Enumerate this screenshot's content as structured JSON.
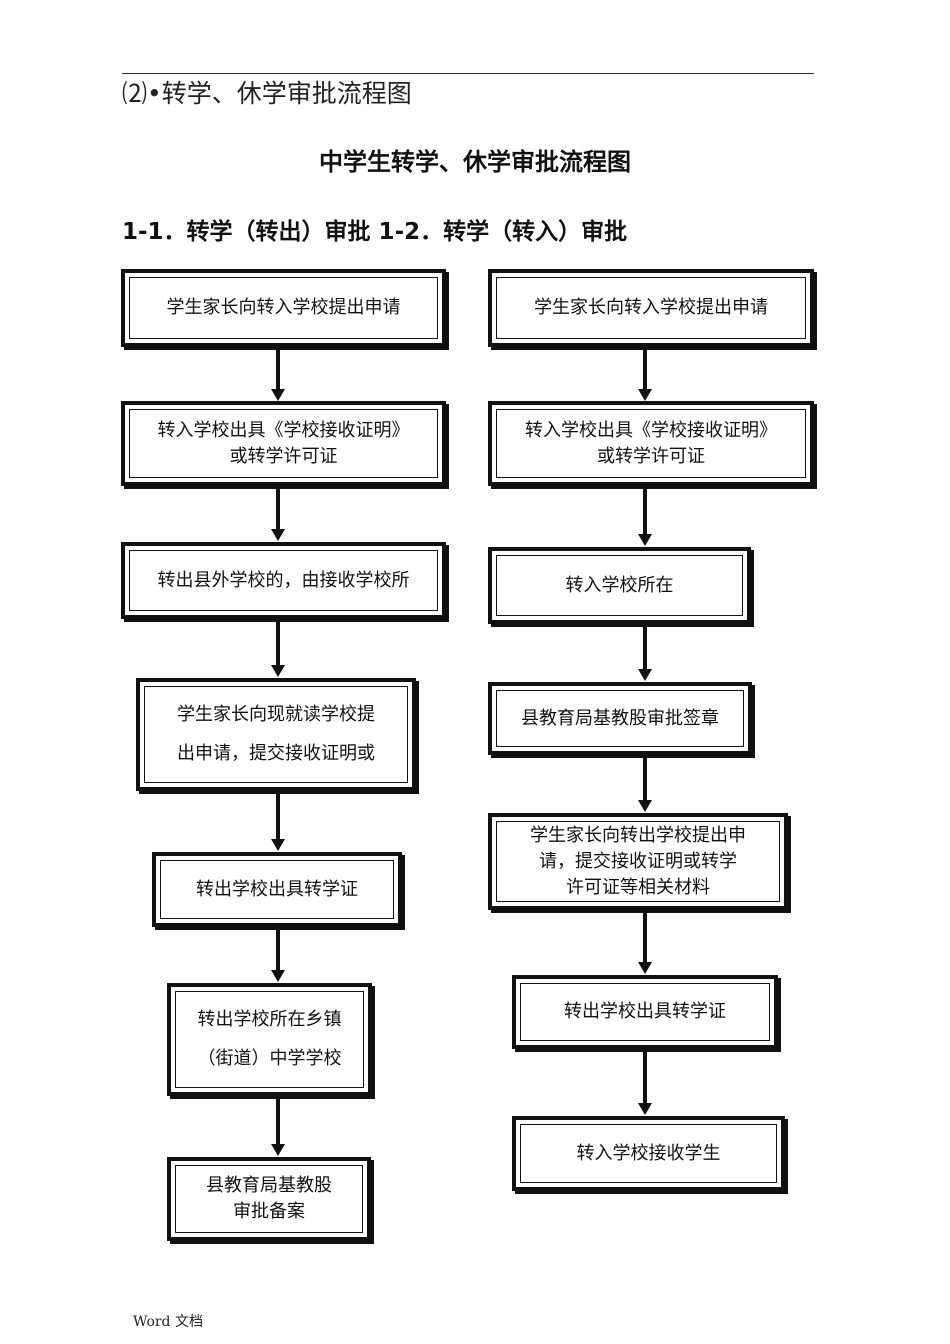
{
  "header": {
    "section_heading": "⑵•转学、休学审批流程图",
    "title": "中学生转学、休学审批流程图",
    "subheading": "1-1．转学（转出）审批 1-2．转学（转入）审批"
  },
  "left_flow": {
    "steps": [
      {
        "lines": [
          "学生家长向转入学校提出申请"
        ]
      },
      {
        "lines": [
          "转入学校出具《学校接收证明》",
          "或转学许可证"
        ]
      },
      {
        "lines": [
          "转出县外学校的，由接收学校所"
        ]
      },
      {
        "lines": [
          "学生家长向现就读学校提",
          "出申请，提交接收证明或"
        ]
      },
      {
        "lines": [
          "转出学校出具转学证"
        ]
      },
      {
        "lines": [
          "转出学校所在乡镇",
          "（街道）中学学校"
        ]
      },
      {
        "lines": [
          "县教育局基教股",
          "审批备案"
        ]
      }
    ]
  },
  "right_flow": {
    "steps": [
      {
        "lines": [
          "学生家长向转入学校提出申请"
        ]
      },
      {
        "lines": [
          "转入学校出具《学校接收证明》",
          "或转学许可证"
        ]
      },
      {
        "lines": [
          "转入学校所在"
        ]
      },
      {
        "lines": [
          "县教育局基教股审批签章"
        ]
      },
      {
        "lines": [
          "学生家长向转出学校提出申",
          "请，提交接收证明或转学",
          "许可证等相关材料"
        ]
      },
      {
        "lines": [
          "转出学校出具转学证"
        ]
      },
      {
        "lines": [
          "转入学校接收学生"
        ]
      }
    ]
  },
  "footer": {
    "text": "Word 文档"
  }
}
